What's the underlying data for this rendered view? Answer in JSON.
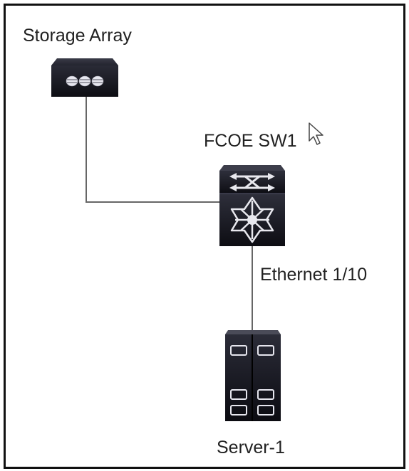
{
  "nodes": {
    "storage": {
      "label": "Storage Array",
      "icon": "storage-array-icon"
    },
    "switch": {
      "label": "FCOE SW1",
      "icon": "fcoe-switch-icon"
    },
    "server": {
      "label": "Server-1",
      "icon": "server-icon"
    }
  },
  "links": [
    {
      "from": "storage",
      "to": "switch",
      "label": ""
    },
    {
      "from": "switch",
      "to": "server",
      "label": "Ethernet 1/10"
    }
  ],
  "cursor": {
    "icon": "mouse-pointer-icon"
  },
  "colors": {
    "frame": "#111111",
    "text": "#222222",
    "link": "#666666",
    "device_dark": "#15151d",
    "device_light": "#e8e8ee"
  }
}
